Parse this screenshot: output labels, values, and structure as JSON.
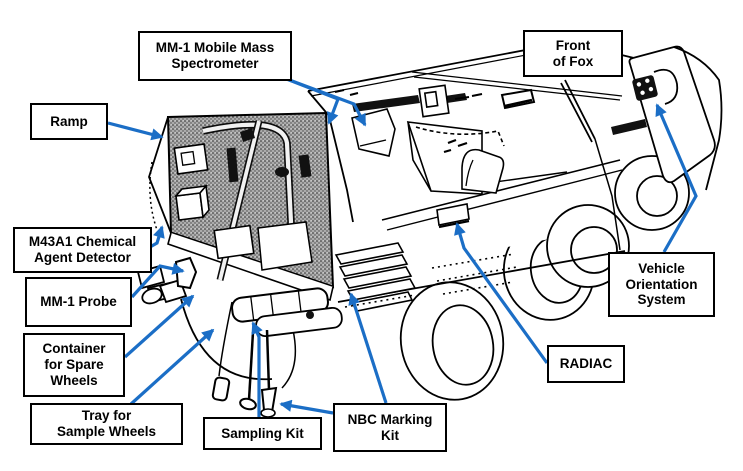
{
  "colors": {
    "arrow_blue": "#1b6ec6",
    "ink": "#000000",
    "ramp_gray": "#a9a9a9",
    "background": "#ffffff"
  },
  "labels": {
    "mm1_mass_spectrometer": {
      "lines": [
        "MM-1 Mobile Mass",
        "Spectrometer"
      ]
    },
    "front_of_fox": {
      "lines": [
        "Front",
        "of Fox"
      ]
    },
    "ramp": {
      "lines": [
        "Ramp"
      ]
    },
    "m43a1_detector": {
      "lines": [
        "M43A1 Chemical",
        "Agent Detector"
      ]
    },
    "mm1_probe": {
      "lines": [
        "MM-1 Probe"
      ]
    },
    "container_spare_wheels": {
      "lines": [
        "Container",
        "for Spare",
        "Wheels"
      ]
    },
    "tray_sample_wheels": {
      "lines": [
        "Tray for",
        "Sample Wheels"
      ]
    },
    "sampling_kit": {
      "lines": [
        "Sampling Kit"
      ]
    },
    "nbc_marking_kit": {
      "lines": [
        "NBC Marking",
        "Kit"
      ]
    },
    "radiac": {
      "lines": [
        "RADIAC"
      ]
    },
    "vehicle_orientation_system": {
      "lines": [
        "Vehicle",
        "Orientation",
        "System"
      ]
    }
  }
}
